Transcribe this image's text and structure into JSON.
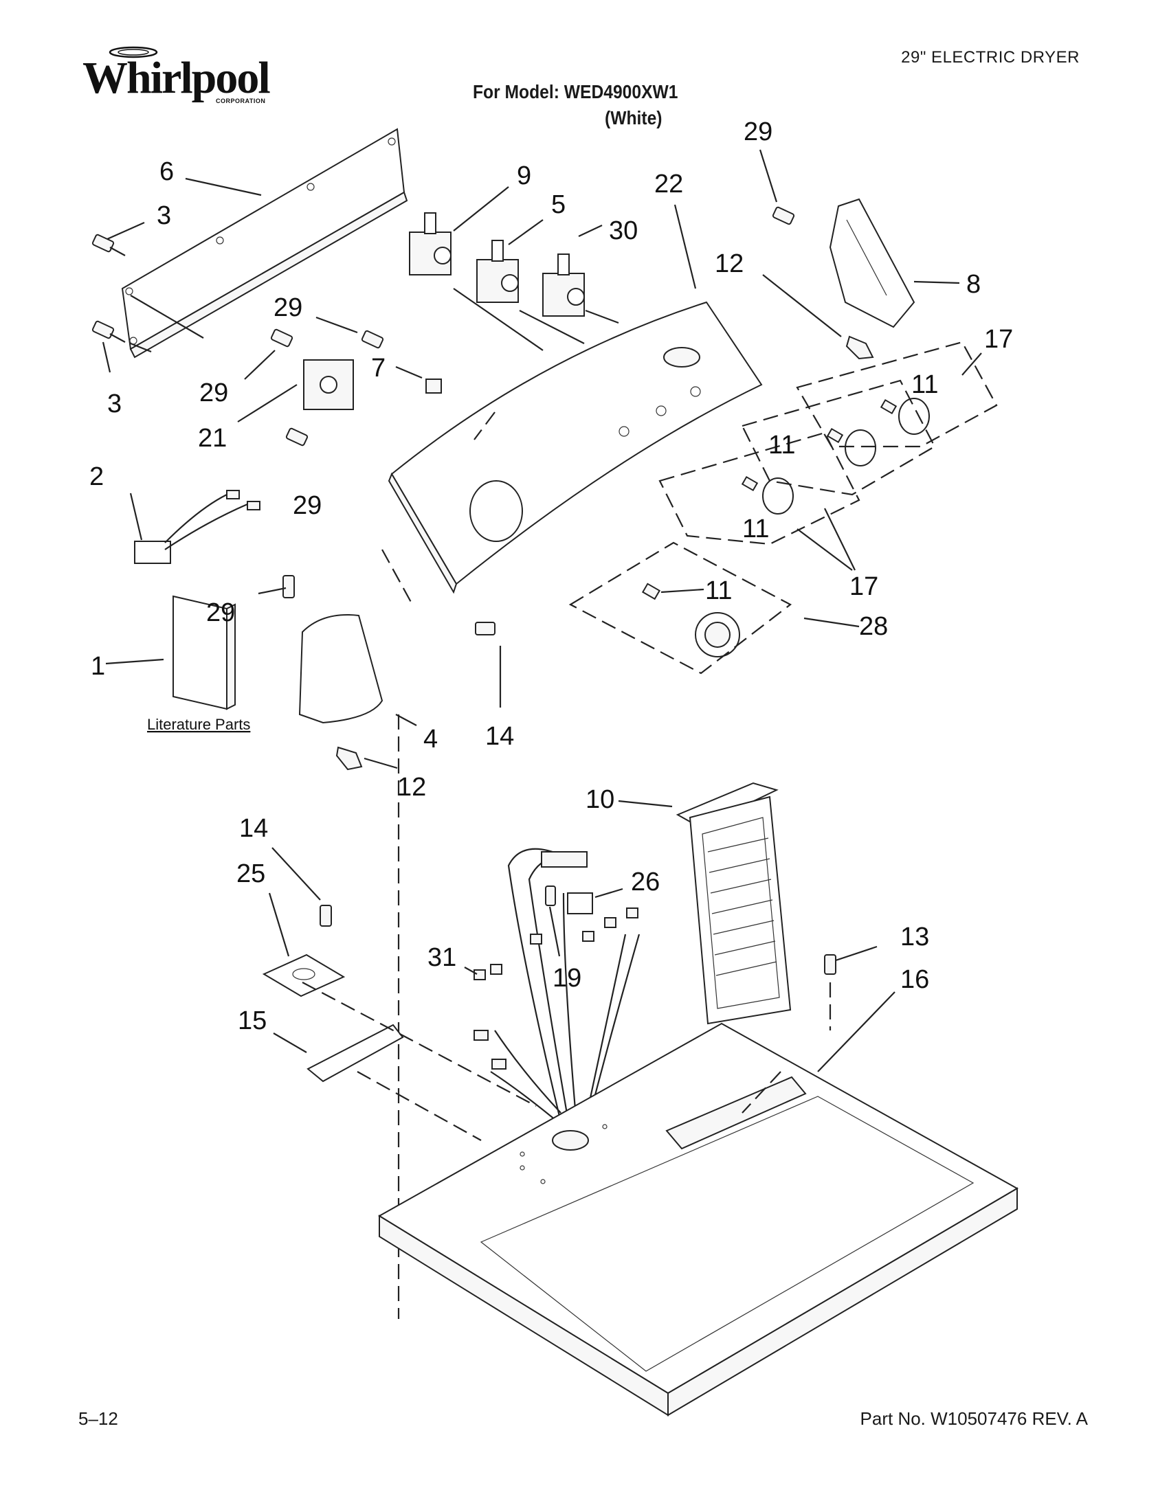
{
  "header": {
    "brand": "Whirlpool",
    "brand_sub": "CORPORATION",
    "doc_type": "29\" ELECTRIC DRYER",
    "model_line": "For Model: WED4900XW1",
    "model_color": "(White)"
  },
  "footer": {
    "page_number": "5–12",
    "part_number": "Part No. W10507476 REV. A"
  },
  "literature_label": "Literature Parts",
  "callouts": [
    "6",
    "3",
    "3",
    "9",
    "5",
    "30",
    "22",
    "29",
    "12",
    "8",
    "17",
    "29",
    "7",
    "29",
    "21",
    "29",
    "11",
    "11",
    "11",
    "17",
    "2",
    "11",
    "28",
    "29",
    "1",
    "4",
    "14",
    "12",
    "10",
    "14",
    "25",
    "26",
    "13",
    "16",
    "31",
    "19",
    "15"
  ]
}
